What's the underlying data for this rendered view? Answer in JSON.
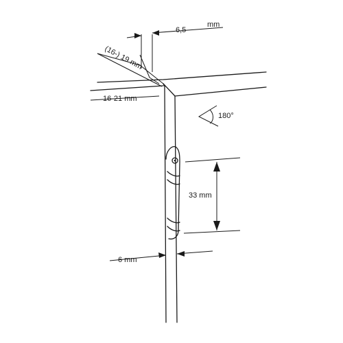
{
  "diagram": {
    "labels": {
      "gap_width": "6,5",
      "gap_unit": "mm",
      "door_thickness": "(16-) 19 mm",
      "frame_thickness": "16-21 mm",
      "opening_angle": "180°",
      "hinge_length": "33 mm",
      "glass_thickness": "6 mm"
    },
    "icons": [
      "angle-arc-icon",
      "arrow-icon"
    ]
  }
}
